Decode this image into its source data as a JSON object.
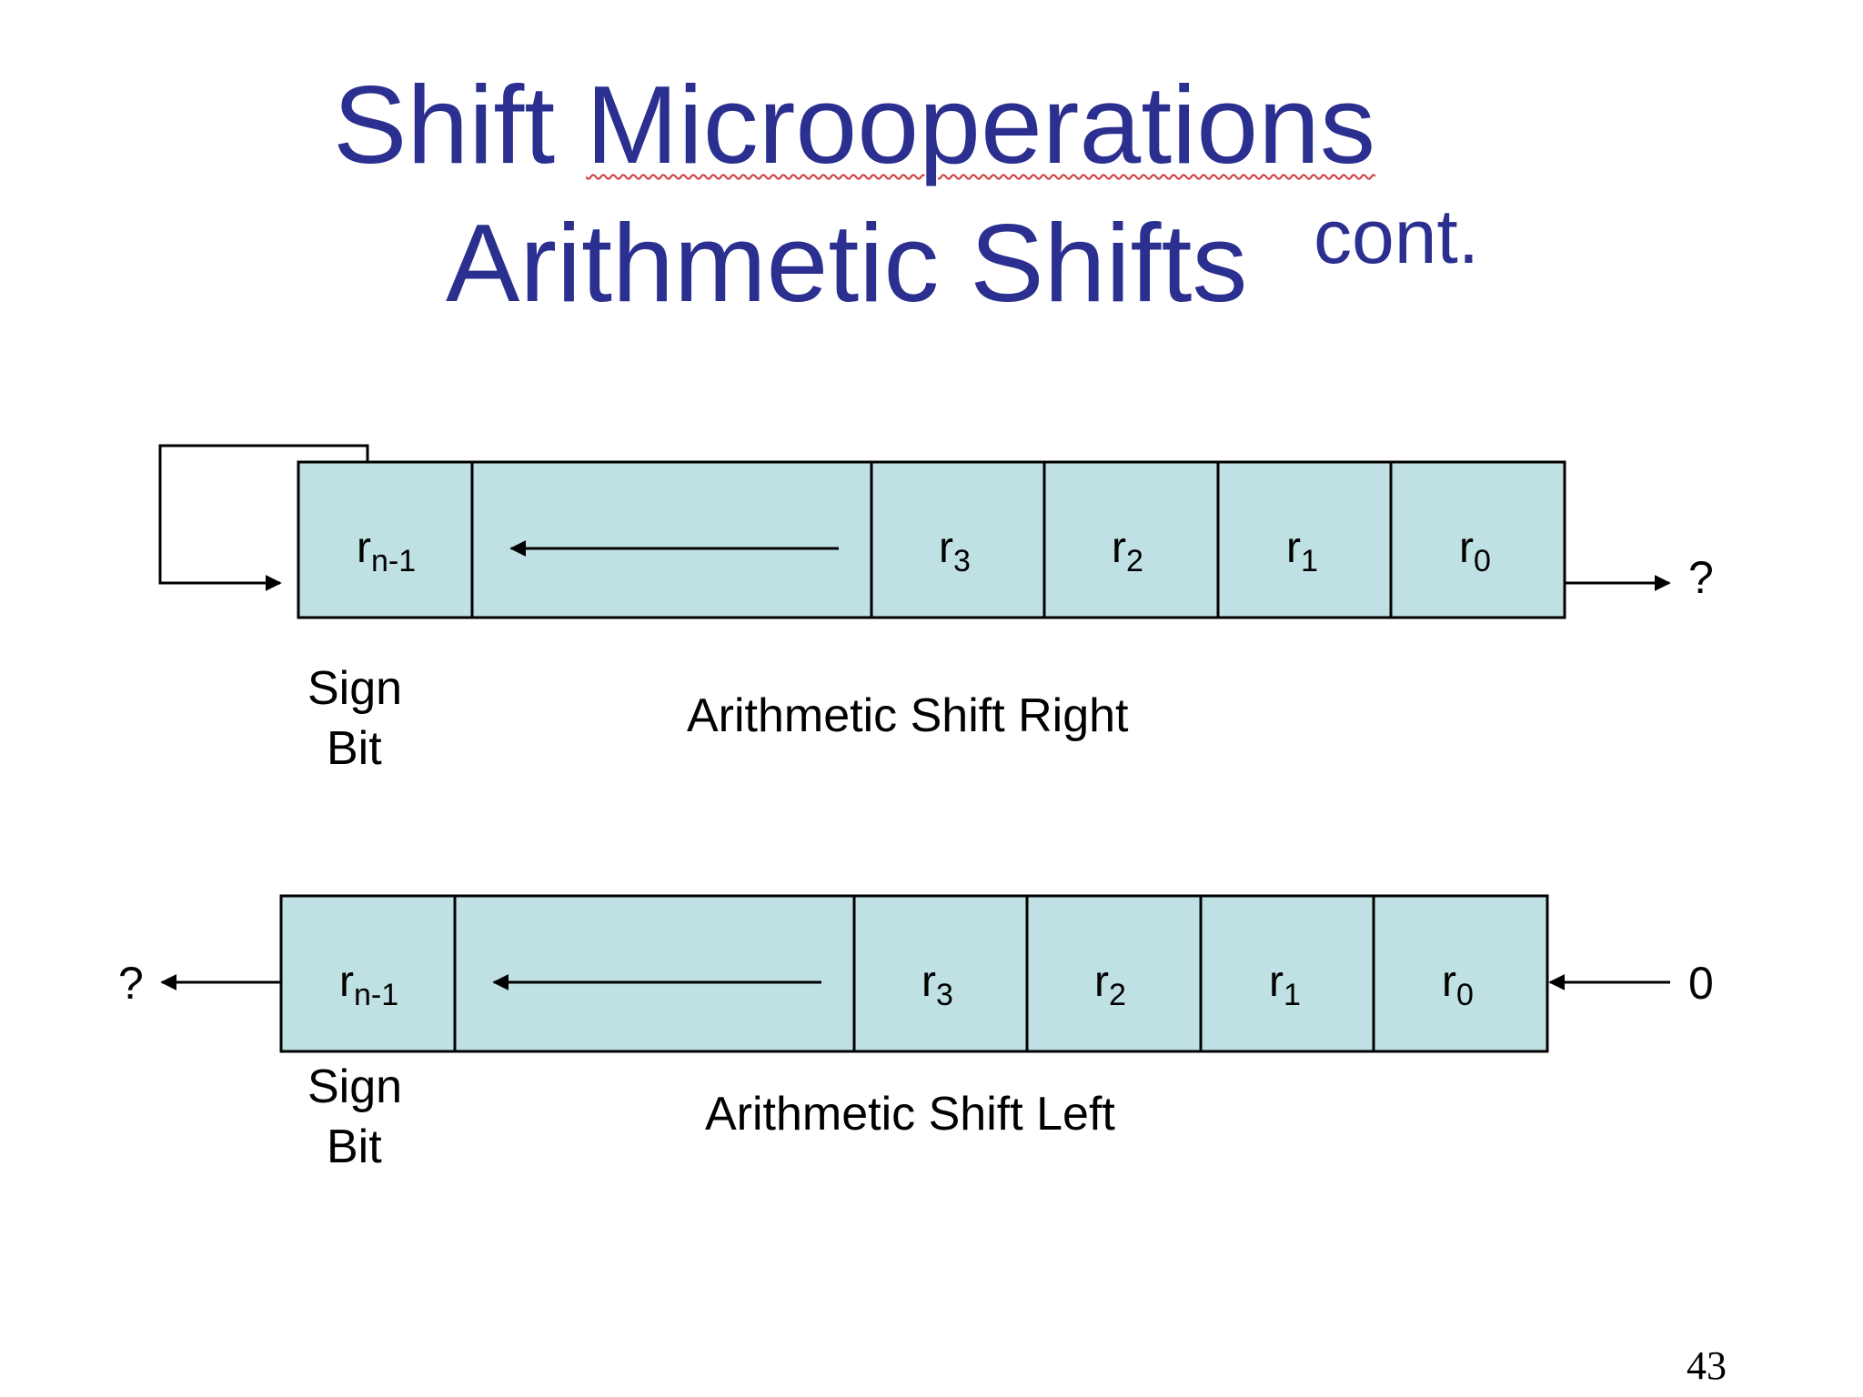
{
  "title": {
    "line1_word1": "Shift",
    "line1_word2": "Microoperations",
    "line2": "Arithmetic Shifts",
    "suffix": "cont."
  },
  "slide_number": "43",
  "colors": {
    "title": "#2b2f8f",
    "cell_fill": "#bfe1e3",
    "spellcheck": "#d23b3b"
  },
  "shift_right": {
    "label": "Arithmetic Shift Right",
    "sign_label_line1": "Sign",
    "sign_label_line2": "Bit",
    "cells": [
      {
        "base": "r",
        "sub": "n-1"
      },
      {
        "base": "",
        "sub": ""
      },
      {
        "base": "r",
        "sub": "3"
      },
      {
        "base": "r",
        "sub": "2"
      },
      {
        "base": "r",
        "sub": "1"
      },
      {
        "base": "r",
        "sub": "0"
      }
    ],
    "output_symbol": "?"
  },
  "shift_left": {
    "label": "Arithmetic Shift Left",
    "sign_label_line1": "Sign",
    "sign_label_line2": "Bit",
    "cells": [
      {
        "base": "r",
        "sub": "n-1"
      },
      {
        "base": "",
        "sub": ""
      },
      {
        "base": "r",
        "sub": "3"
      },
      {
        "base": "r",
        "sub": "2"
      },
      {
        "base": "r",
        "sub": "1"
      },
      {
        "base": "r",
        "sub": "0"
      }
    ],
    "output_symbol": "?",
    "input_symbol": "0"
  }
}
